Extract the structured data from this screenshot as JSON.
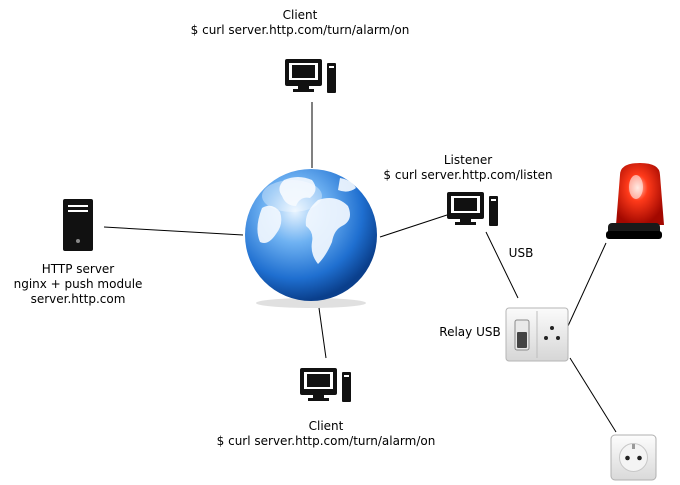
{
  "nodes": {
    "client_top": {
      "title": "Client",
      "command": "$ curl server.http.com/turn/alarm/on",
      "icon": "desktop-computer-icon"
    },
    "client_bottom": {
      "title": "Client",
      "command": "$ curl server.http.com/turn/alarm/on",
      "icon": "desktop-computer-icon"
    },
    "server": {
      "line1": "HTTP  server",
      "line2": "nginx + push module",
      "line3": "server.http.com",
      "icon": "server-tower-icon"
    },
    "listener": {
      "title": "Listener",
      "command": "$ curl server.http.com/listen",
      "icon": "desktop-computer-icon"
    },
    "internet": {
      "icon": "globe-icon"
    },
    "relay": {
      "label": "Relay USB",
      "icon": "relay-switch-icon"
    },
    "alarm": {
      "icon": "alarm-beacon-icon"
    },
    "socket": {
      "icon": "power-socket-icon"
    }
  },
  "edges": {
    "usb_label": "USB"
  },
  "colors": {
    "line": "#000000",
    "globe": "#1f6fd0",
    "beacon": "#e3120b"
  }
}
